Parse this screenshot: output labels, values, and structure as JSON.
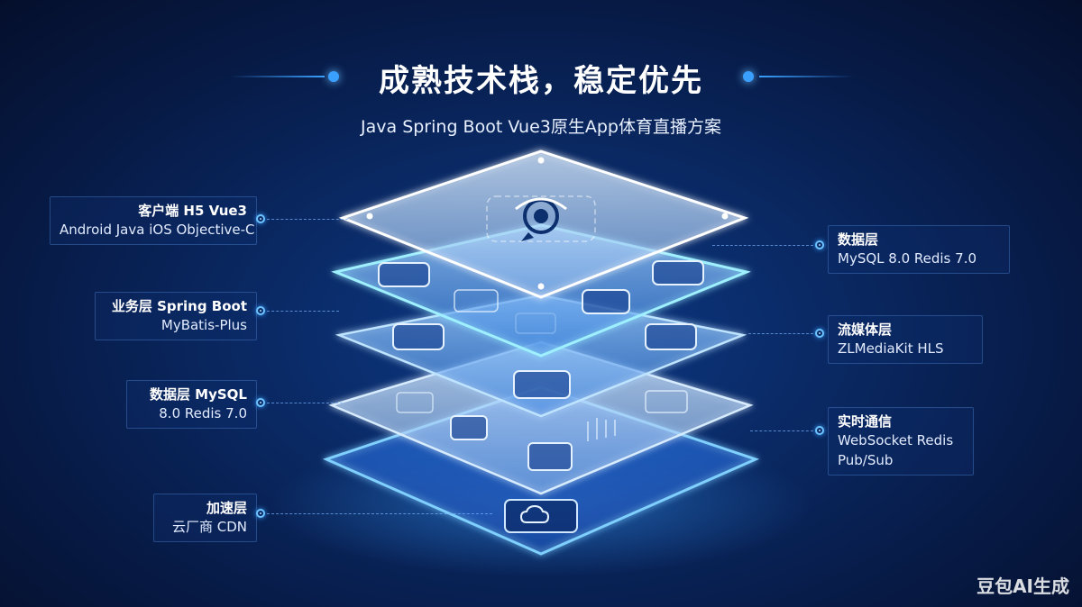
{
  "header": {
    "title": "成熟技术栈，稳定优先",
    "subtitle": "Java Spring Boot Vue3原生App体育直播方案"
  },
  "left_labels": [
    {
      "title": "客户端 H5 Vue3",
      "desc": "Android Java iOS Objective-C"
    },
    {
      "title": "业务层 Spring Boot",
      "desc": "MyBatis-Plus"
    },
    {
      "title": "数据层 MySQL",
      "desc": "8.0 Redis 7.0"
    },
    {
      "title": "加速层",
      "desc": "云厂商 CDN"
    }
  ],
  "right_labels": [
    {
      "title": "数据层",
      "desc": "MySQL 8.0 Redis 7.0"
    },
    {
      "title": "流媒体层",
      "desc": "ZLMediaKit HLS"
    },
    {
      "title": "实时通信",
      "desc": "WebSocket Redis Pub/Sub"
    }
  ],
  "layers": [
    {
      "icons": [
        "live-stream-icon"
      ]
    },
    {
      "icons": [
        "shield-icon",
        "user-icon",
        "box-icon",
        "server-icon"
      ]
    },
    {
      "icons": [
        "refresh-icon",
        "filter-icon",
        "code-icon",
        "chart-icon"
      ]
    },
    {
      "icons": [
        "database-icon",
        "network-icon",
        "monitor-icon"
      ]
    },
    {
      "icons": [
        "bars-icon",
        "grid-icon"
      ]
    },
    {
      "icons": [
        "cloud-icon"
      ]
    }
  ],
  "colors": {
    "background": "#071a45",
    "accent": "#3aa0ff",
    "glow": "#6ec3ff"
  },
  "watermark": "豆包AI生成"
}
